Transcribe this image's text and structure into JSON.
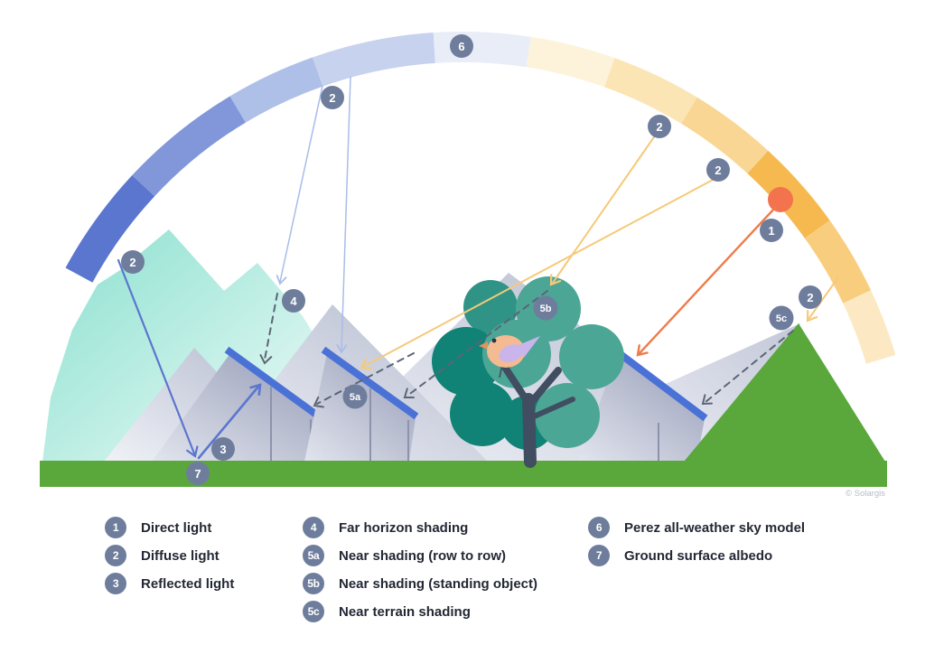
{
  "diagram": {
    "copyright": "© Solargis",
    "badges": [
      {
        "label": "2"
      },
      {
        "label": "2"
      },
      {
        "label": "6"
      },
      {
        "label": "2"
      },
      {
        "label": "2"
      },
      {
        "label": "1"
      },
      {
        "label": "2"
      },
      {
        "label": "5c"
      },
      {
        "label": "5b"
      },
      {
        "label": "5a"
      },
      {
        "label": "4"
      },
      {
        "label": "3"
      },
      {
        "label": "7"
      }
    ]
  },
  "sky_arc": {
    "segments": [
      {
        "color": "#5b76ce"
      },
      {
        "color": "#8197da"
      },
      {
        "color": "#aebfe8"
      },
      {
        "color": "#c7d2ee"
      },
      {
        "color": "#e9edf7"
      },
      {
        "color": "#fdf3da"
      },
      {
        "color": "#fbe5b5"
      },
      {
        "color": "#f9d694"
      },
      {
        "color": "#f5b94f"
      },
      {
        "color": "#f8cd7e"
      },
      {
        "color": "#fce9c4"
      }
    ]
  },
  "colors": {
    "badge": "#6f7d9c",
    "sun": "#f2734d",
    "panel": "#4a72d6",
    "ground": "#5aa73c",
    "blue": "#5b76ce",
    "bluethin": "#a9bce8",
    "yellow": "#f6c979",
    "orange": "#ef7b4b",
    "dash": "#5d6575",
    "trunk": "#414d60",
    "treedark": "#108276",
    "treemid": "#2f9486",
    "treelight": "#4ba695",
    "birdbody": "#f4ba91",
    "birdwing": "#c9b5ec",
    "text": "#232834",
    "copyright": "#b5bac6"
  },
  "legend": {
    "columns": [
      {
        "items": [
          {
            "badge": "1",
            "label": "Direct light"
          },
          {
            "badge": "2",
            "label": "Diffuse light"
          },
          {
            "badge": "3",
            "label": "Reflected light"
          }
        ]
      },
      {
        "items": [
          {
            "badge": "4",
            "label": "Far horizon shading"
          },
          {
            "badge": "5a",
            "label": "Near shading (row to row)"
          },
          {
            "badge": "5b",
            "label": "Near shading (standing object)"
          },
          {
            "badge": "5c",
            "label": "Near terrain shading"
          }
        ]
      },
      {
        "items": [
          {
            "badge": "6",
            "label": "Perez all-weather sky model"
          },
          {
            "badge": "7",
            "label": "Ground surface albedo"
          }
        ]
      }
    ]
  }
}
